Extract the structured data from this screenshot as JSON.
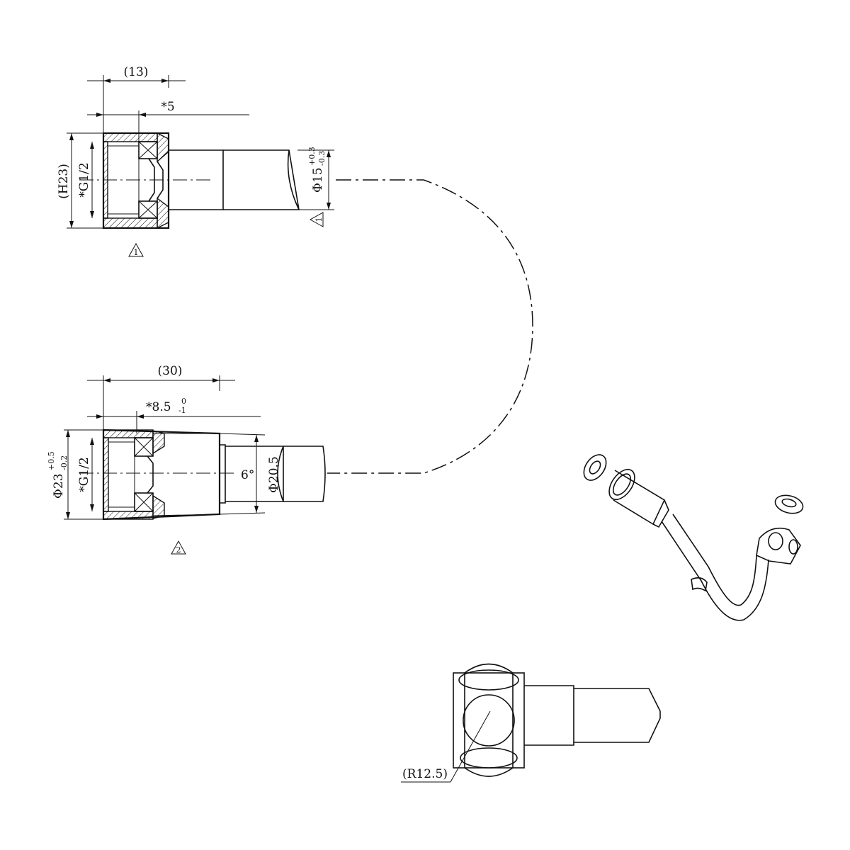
{
  "top_fitting": {
    "dim_length": "(13)",
    "dim_thread_depth": "*5",
    "dim_height": "(H23)",
    "dim_thread": "*G1/2",
    "dim_diameter": "Φ15",
    "dim_diameter_tol_upper": "+0.3",
    "dim_diameter_tol_lower": "-0.3",
    "note_marker_1": "1",
    "note_marker_2": "1"
  },
  "bottom_fitting": {
    "dim_length": "(30)",
    "dim_thread_depth": "*8.5",
    "dim_thread_depth_tol_upper": "0",
    "dim_thread_depth_tol_lower": "-1",
    "dim_diameter": "Φ23",
    "dim_diameter_tol_upper": "+0.5",
    "dim_diameter_tol_lower": "-0.2",
    "dim_thread": "*G1/2",
    "dim_angle": "6°",
    "dim_inner_diameter": "Φ20.5",
    "note_marker": "2"
  },
  "detail_view": {
    "dim_radius": "(R12.5)"
  }
}
